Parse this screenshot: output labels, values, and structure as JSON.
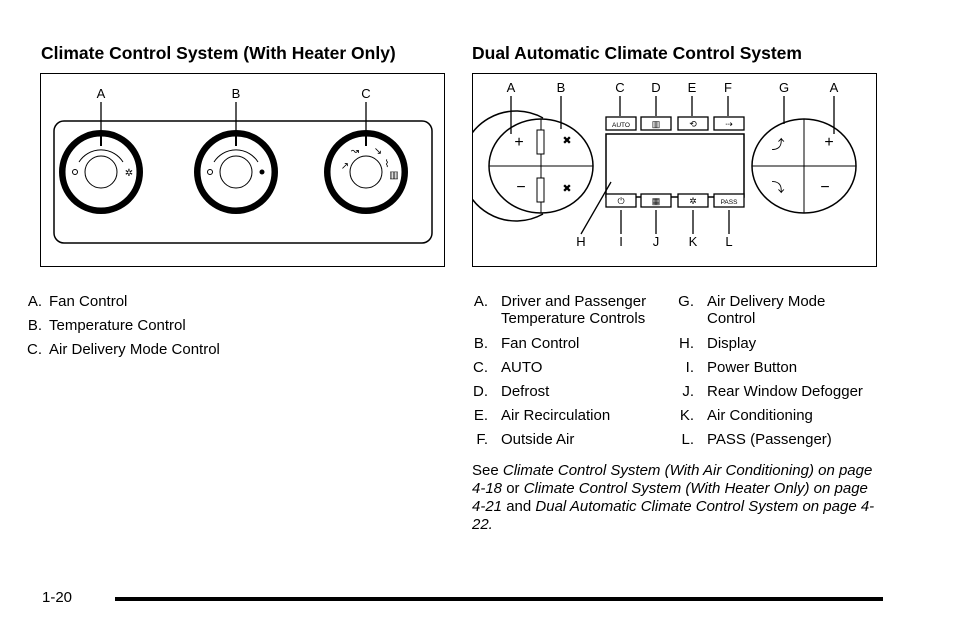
{
  "left": {
    "heading": "Climate Control System (With Heater Only)",
    "callouts": [
      "A",
      "B",
      "C"
    ],
    "items": [
      {
        "key": "A.",
        "text": "Fan Control"
      },
      {
        "key": "B.",
        "text": "Temperature Control"
      },
      {
        "key": "C.",
        "text": "Air Delivery Mode Control"
      }
    ]
  },
  "right": {
    "heading": "Dual Automatic Climate Control System",
    "top_callouts": [
      "A",
      "B",
      "C",
      "D",
      "E",
      "F",
      "G",
      "A"
    ],
    "bottom_callouts": [
      "H",
      "I",
      "J",
      "K",
      "L"
    ],
    "button_labels": {
      "auto": "AUTO",
      "pass": "PASS"
    },
    "items_col1": [
      {
        "key": "A.",
        "text": "Driver and Passenger",
        "text2": "Temperature Controls"
      },
      {
        "key": "B.",
        "text": "Fan Control"
      },
      {
        "key": "C.",
        "text": "AUTO"
      },
      {
        "key": "D.",
        "text": "Defrost"
      },
      {
        "key": "E.",
        "text": "Air Recirculation"
      },
      {
        "key": "F.",
        "text": "Outside Air"
      }
    ],
    "items_col2": [
      {
        "key": "G.",
        "text": "Air Delivery Mode",
        "text2": "Control"
      },
      {
        "key": "H.",
        "text": "Display"
      },
      {
        "key": "I.",
        "text": "Power Button"
      },
      {
        "key": "J.",
        "text": "Rear Window Defogger"
      },
      {
        "key": "K.",
        "text": "Air Conditioning"
      },
      {
        "key": "L.",
        "text": "PASS (Passenger)"
      }
    ],
    "see": {
      "p1": "See ",
      "ref1": "Climate Control System (With Air Conditioning) on page 4-18",
      "p2": " or ",
      "ref2": "Climate Control System (With Heater Only) on page 4-21",
      "p3": " and ",
      "ref3": "Dual Automatic Climate Control System on page 4-22."
    }
  },
  "footer": {
    "page_number": "1-20"
  }
}
